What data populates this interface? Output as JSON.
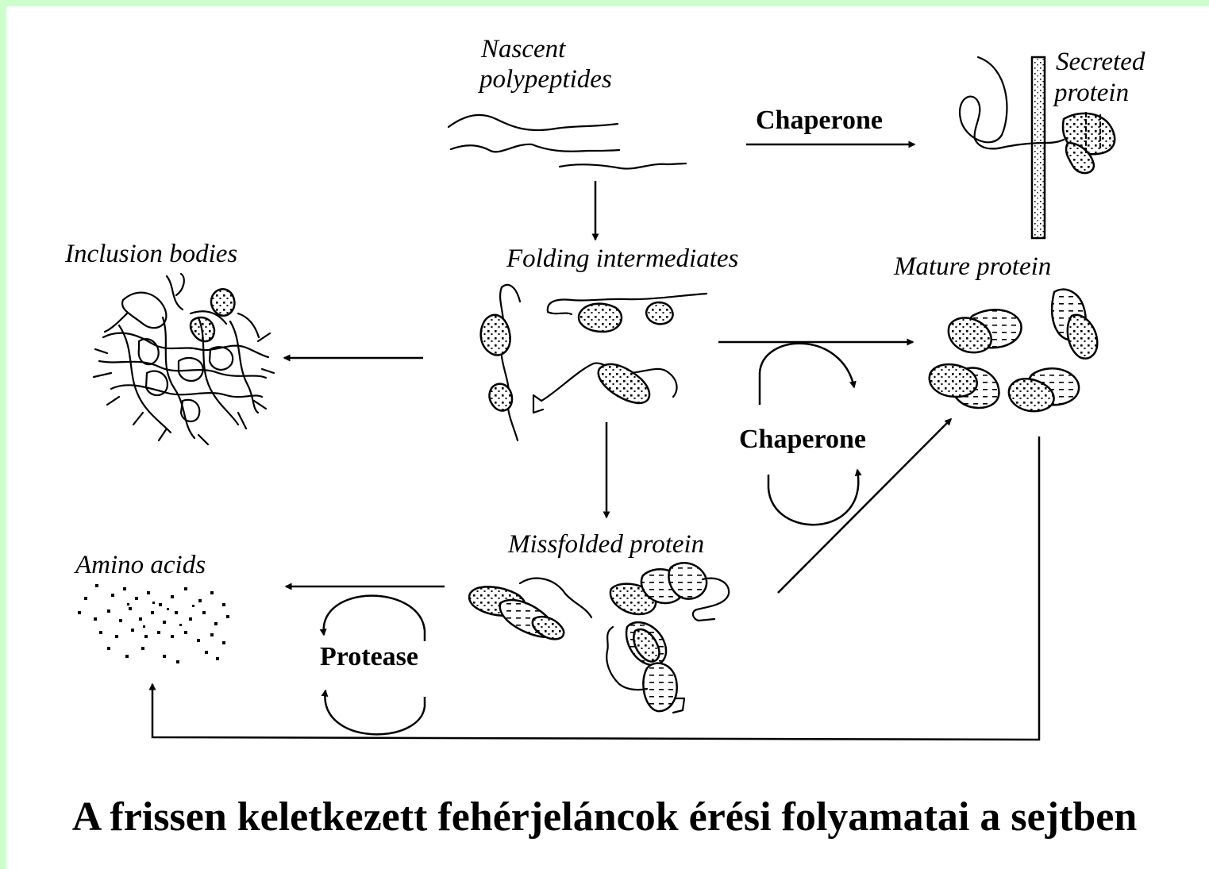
{
  "labels": {
    "nascent_line1": "Nascent",
    "nascent_line2": "polypeptides",
    "secreted_line1": "Secreted",
    "secreted_line2": "protein",
    "chaperone_top": "Chaperone",
    "inclusion_bodies": "Inclusion bodies",
    "folding_intermediates": "Folding intermediates",
    "mature_protein": "Mature protein",
    "chaperone_middle": "Chaperone",
    "missfolded_protein": "Missfolded protein",
    "amino_acids": "Amino acids",
    "protease": "Protease"
  },
  "caption": "A frissen keletkezett fehérjeláncok érési folyamatai a sejtben",
  "colors": {
    "border": "#ccffcc",
    "background": "#ffffff",
    "ink": "#000000"
  }
}
